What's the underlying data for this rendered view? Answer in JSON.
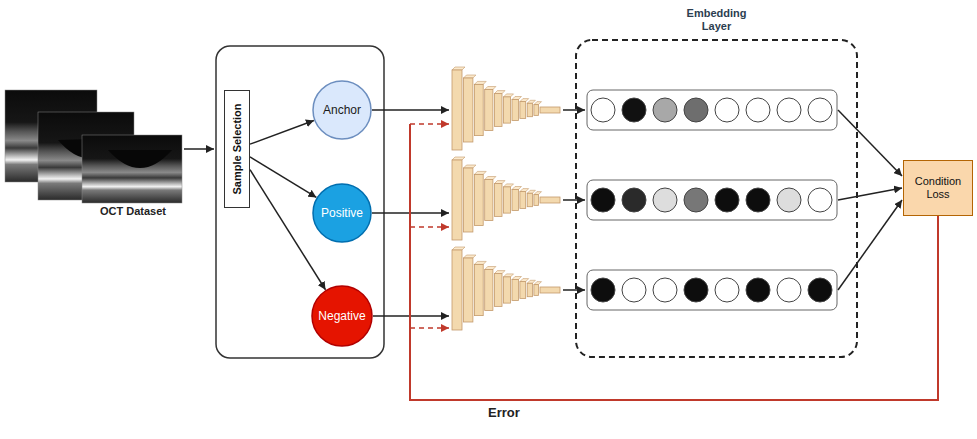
{
  "diagram": {
    "nodes": [
      {
        "text": [
          "Sample Selection"
        ]
      },
      {
        "text": [
          "Anchor"
        ]
      },
      {
        "text": [
          "Positive"
        ]
      },
      {
        "text": [
          "Negative"
        ]
      },
      {
        "text": [
          "Embedding Layer"
        ]
      },
      {
        "text": [
          "Condition Loss"
        ]
      }
    ],
    "edges": [
      {
        "from": 0,
        "to": 1,
        "arrow": "to"
      },
      {
        "from": 0,
        "to": 2,
        "arrow": "to"
      },
      {
        "from": 0,
        "to": 3,
        "arrow": "to"
      }
    ],
    "labels": [
      "OCT Dataset",
      "Error"
    ]
  }
}
